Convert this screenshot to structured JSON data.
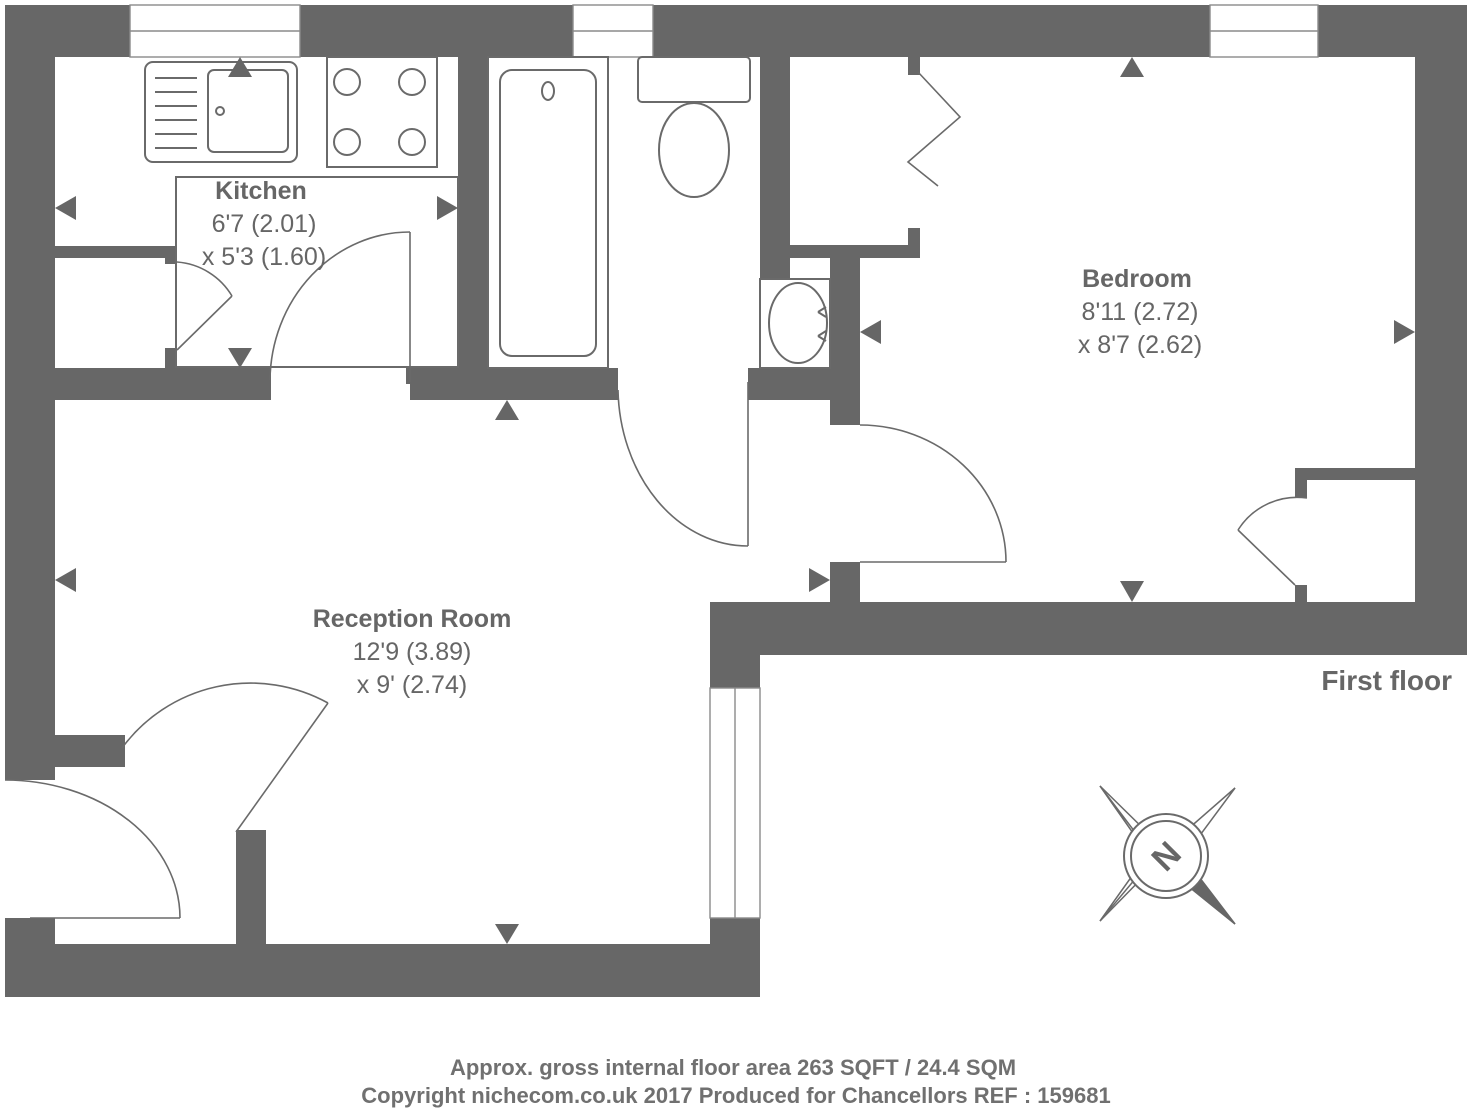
{
  "rooms": {
    "kitchen": {
      "name": "Kitchen",
      "dim1": "6'7 (2.01)",
      "dim2": "x 5'3 (1.60)"
    },
    "bedroom": {
      "name": "Bedroom",
      "dim1": "8'11 (2.72)",
      "dim2": "x 8'7 (2.62)"
    },
    "reception": {
      "name": "Reception Room",
      "dim1": "12'9 (3.89)",
      "dim2": "x 9' (2.74)"
    }
  },
  "floor_label": "First floor",
  "compass_letter": "N",
  "footer": {
    "area": "Approx. gross internal floor area 263 SQFT / 24.4 SQM",
    "copyright": "Copyright nichecom.co.uk 2017 Produced for Chancellors REF : 159681"
  },
  "colors": {
    "wall": "#676767",
    "text": "#666666"
  }
}
